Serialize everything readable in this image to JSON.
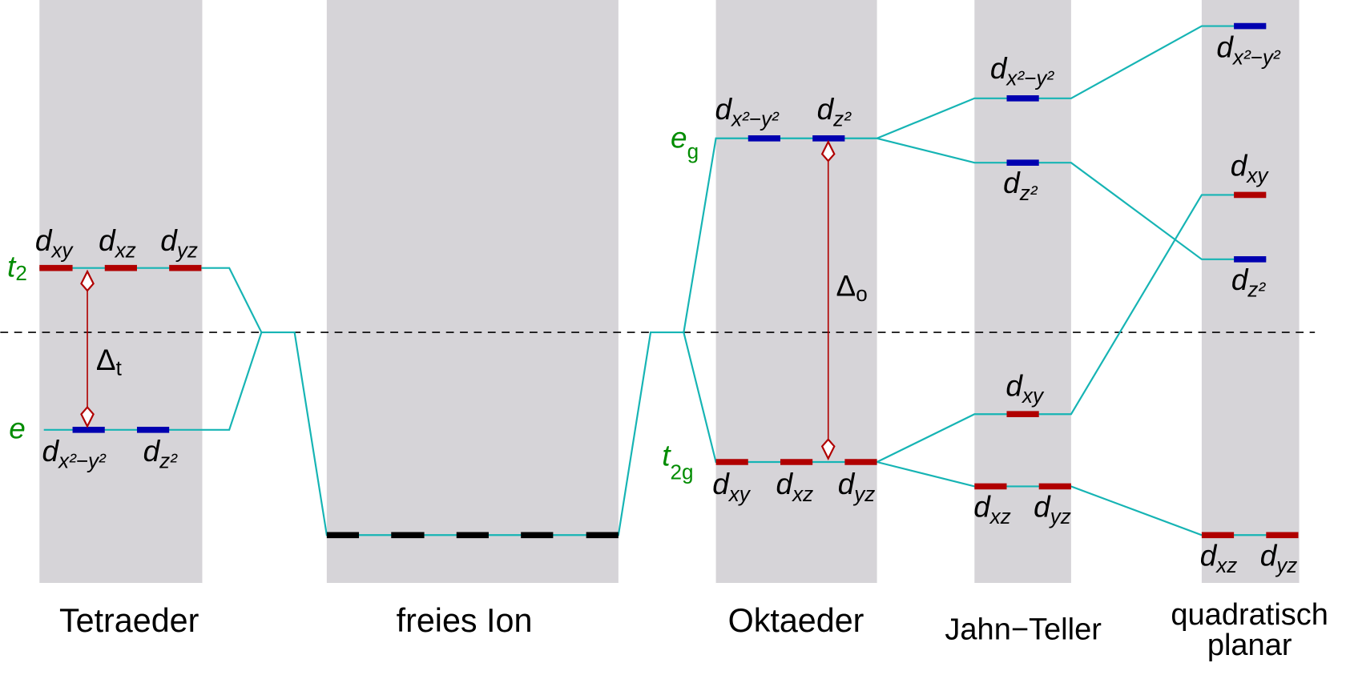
{
  "columns": {
    "tetra": "Tetraeder",
    "free": "freies Ion",
    "octa": "Oktaeder",
    "jt": "Jahn−Teller",
    "sp1": "quadratisch",
    "sp2": "planar"
  },
  "groups": {
    "t2": {
      "main": "t",
      "sub": "2"
    },
    "e": {
      "main": "e",
      "sub": ""
    },
    "eg": {
      "main": "e",
      "sub": "g"
    },
    "t2g": {
      "main": "t",
      "sub": "2g"
    }
  },
  "splitting": {
    "tetra": {
      "main": "Δ",
      "sub": "t"
    },
    "octa": {
      "main": "Δ",
      "sub": "o"
    }
  },
  "orbitals": {
    "d": "d",
    "xy": "xy",
    "xz": "xz",
    "yz": "yz",
    "x2y2": "x²−y²",
    "z2": "z²"
  },
  "colors": {
    "t2_type": "#b00000",
    "e_type": "#0000b0",
    "free": "#000000",
    "connector": "#16b4b4",
    "column": "#d6d4d8",
    "group_label": "#008c00"
  }
}
